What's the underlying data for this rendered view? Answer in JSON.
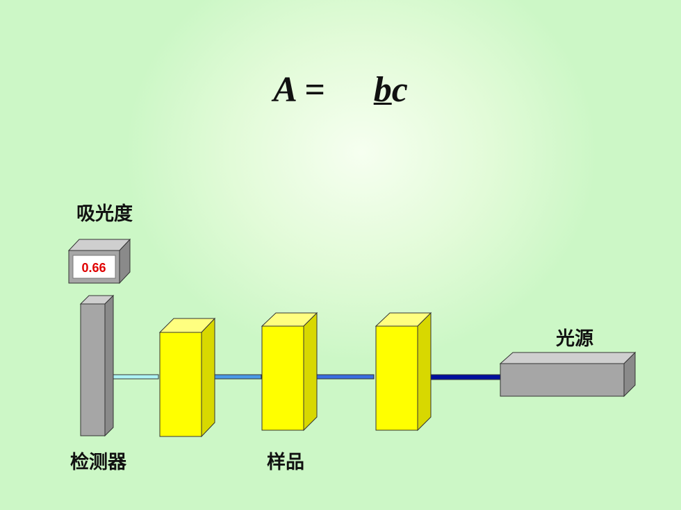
{
  "formula": {
    "lhs": "A",
    "equals": "=",
    "b": "b",
    "c": "c"
  },
  "labels": {
    "absorbance": "吸光度",
    "light_source": "光源",
    "detector": "检测器",
    "sample": "样品"
  },
  "display": {
    "reading": "0.66",
    "reading_color": "#e00000"
  },
  "colors": {
    "sample_front": "#ffff00",
    "sample_side": "#d8d800",
    "device_gray": "#a6a6a6",
    "beam_1": "#000f9e",
    "beam_2": "#3a6ee0",
    "beam_3": "#4a9ae6",
    "beam_4": "#aef4f4"
  }
}
